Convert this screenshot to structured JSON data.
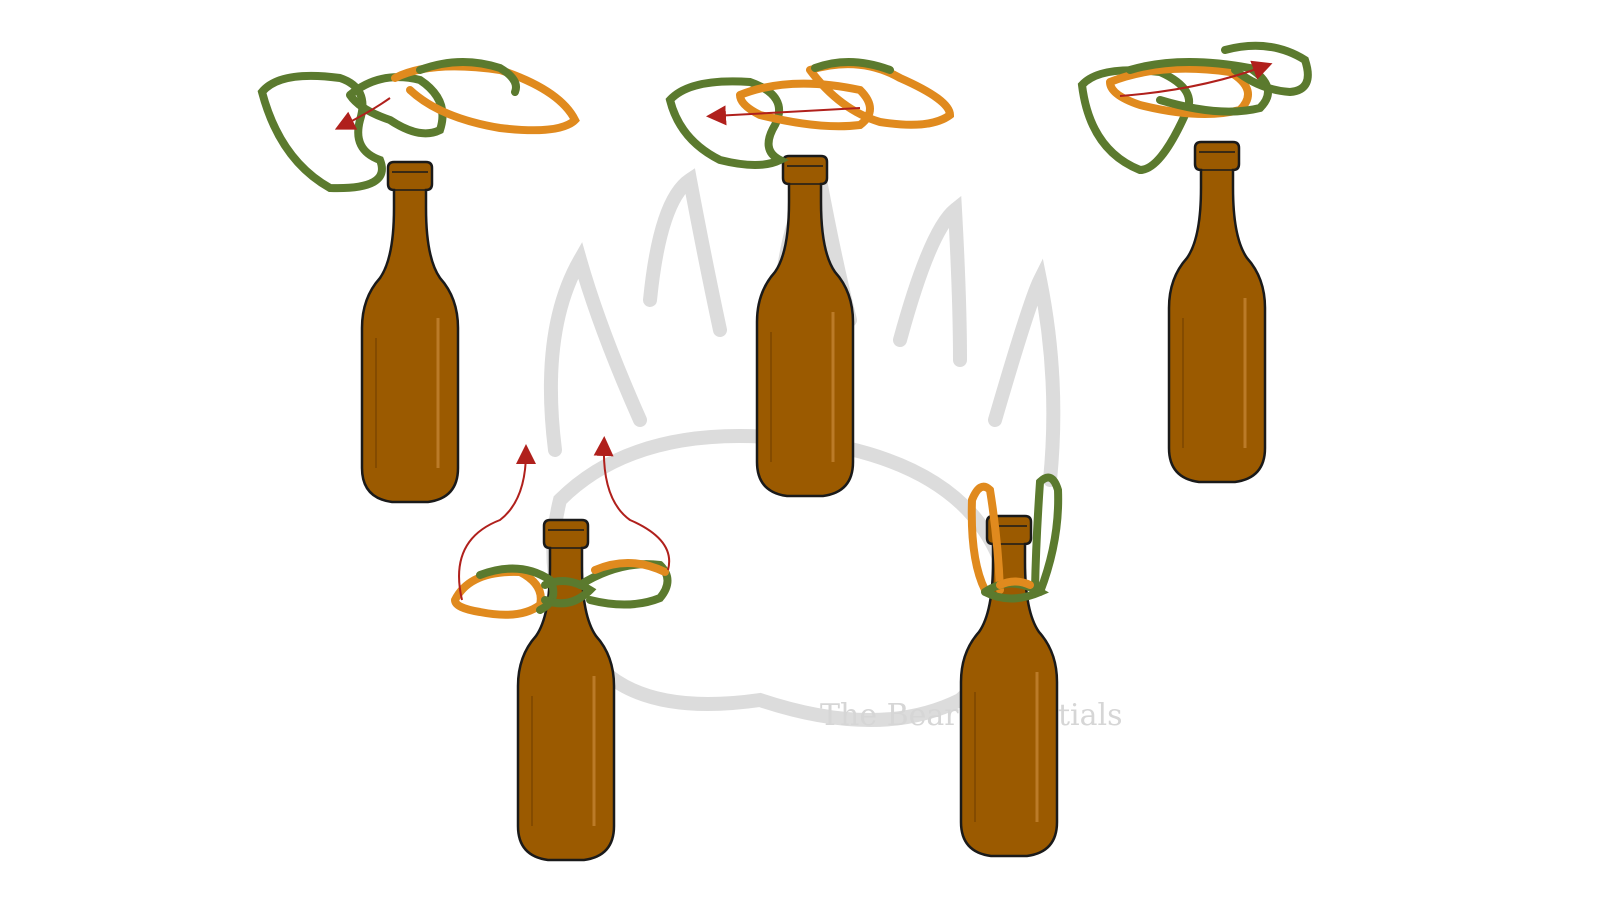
{
  "watermark": {
    "text": "The Bear Essentials",
    "color": "#d9d9d9"
  },
  "colors": {
    "background": "#ffffff",
    "bottle": "#9b5a00",
    "bottle_outline": "#1a1a1a",
    "rope_green": "#5b7a2e",
    "rope_orange": "#e08a1e",
    "arrow": "#b0201c"
  },
  "steps": [
    {
      "id": 1,
      "rope_state": "two-loops-overlapped",
      "arrow": "pull-left"
    },
    {
      "id": 2,
      "rope_state": "loops-tucked",
      "arrow": "pull-left"
    },
    {
      "id": 3,
      "rope_state": "loops-stacked",
      "arrow": "pull-right"
    },
    {
      "id": 4,
      "rope_state": "knot-on-neck",
      "arrow": "lift-loops-up"
    },
    {
      "id": 5,
      "rope_state": "handle-loops-raised",
      "arrow": "none"
    }
  ]
}
